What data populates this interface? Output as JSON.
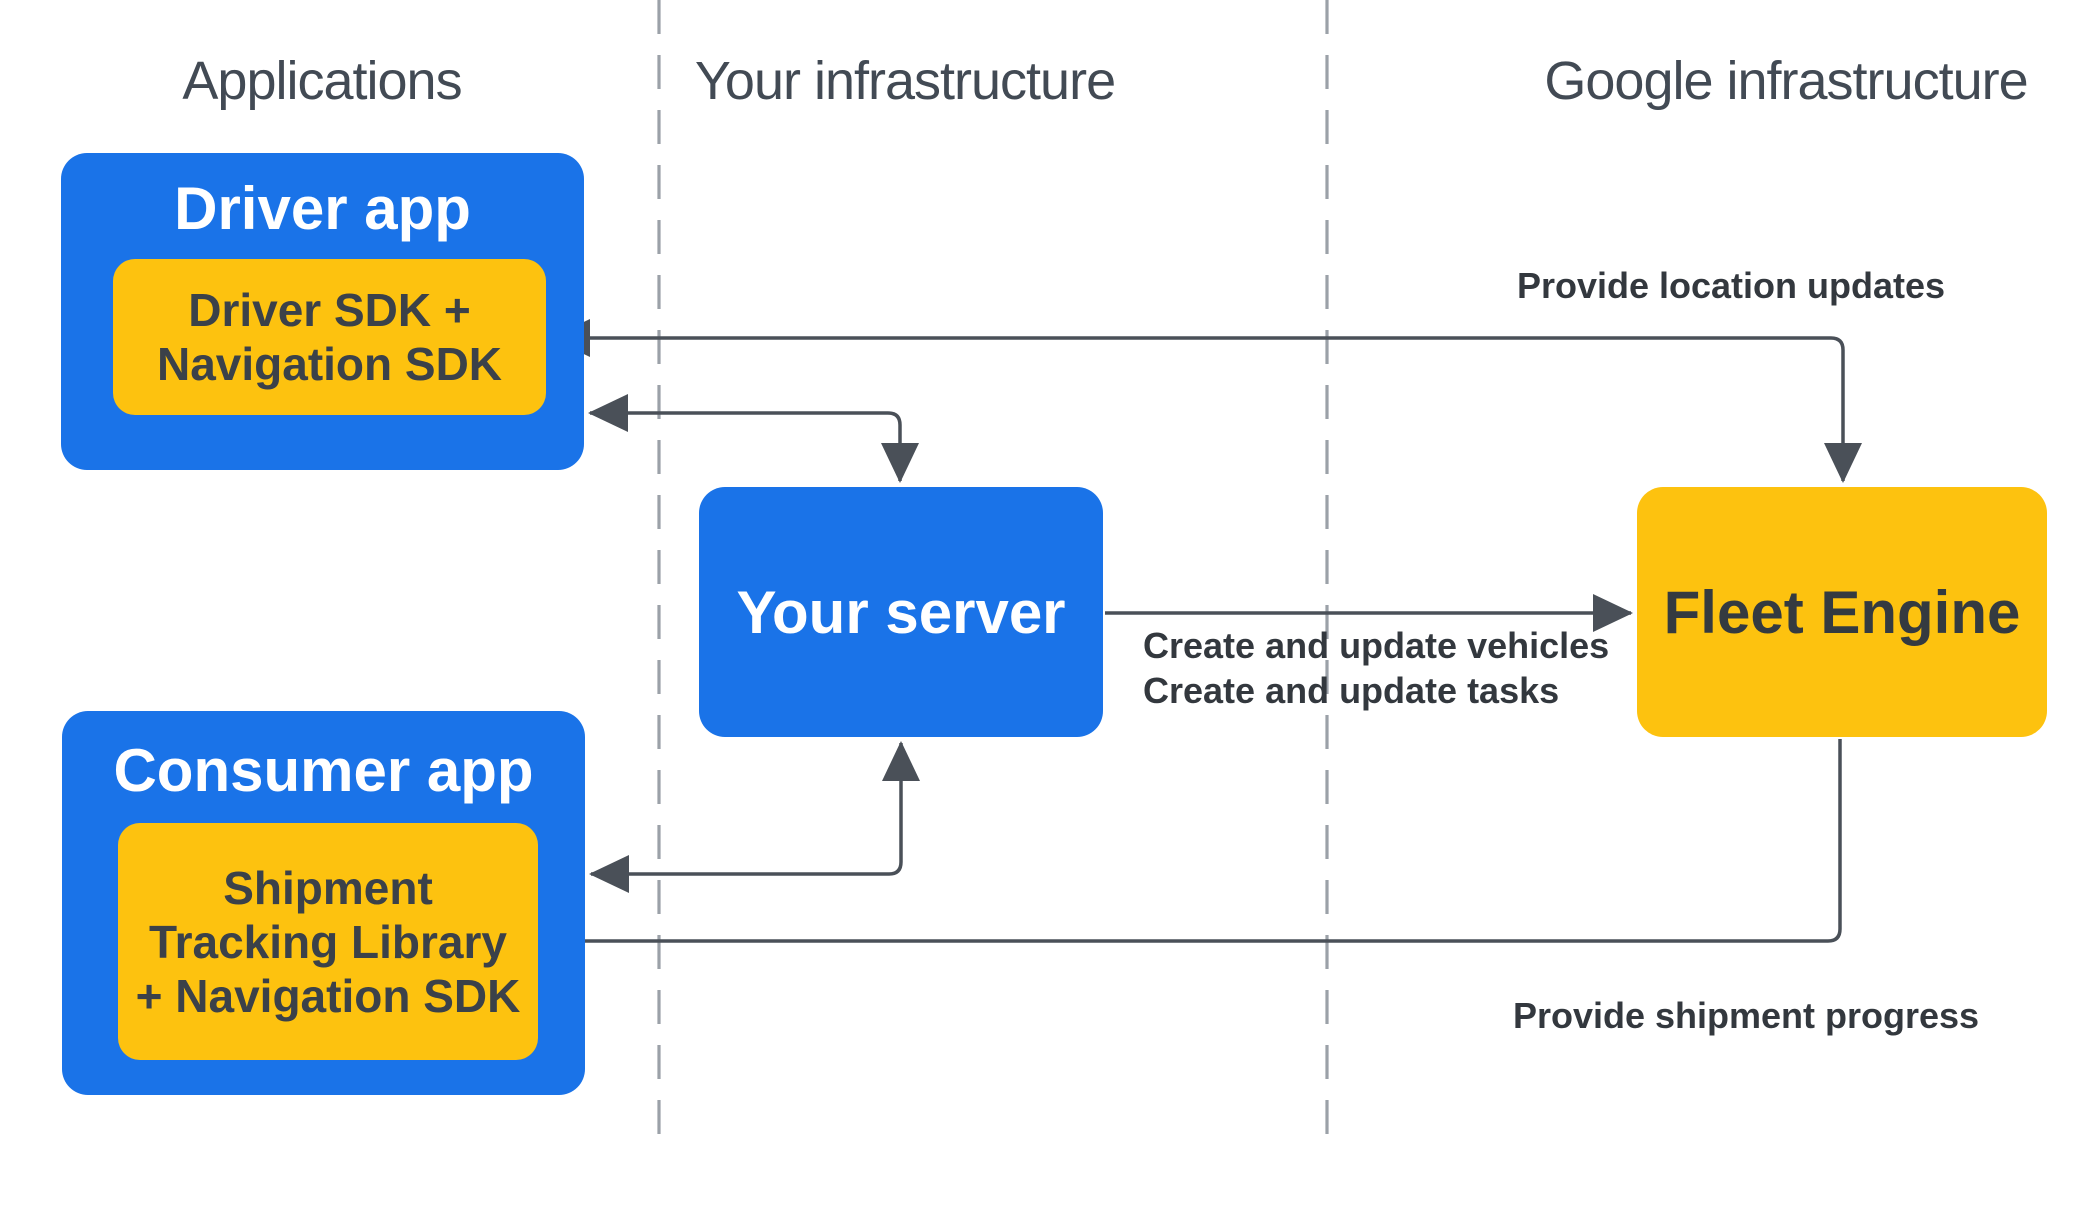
{
  "diagram": {
    "columns": [
      {
        "label": "Applications"
      },
      {
        "label": "Your infrastructure"
      },
      {
        "label": "Google infrastructure"
      }
    ],
    "nodes": {
      "driver_app": {
        "title": "Driver app",
        "sdk_lines": [
          "Driver SDK +",
          "Navigation SDK"
        ]
      },
      "consumer_app": {
        "title": "Consumer app",
        "sdk_lines": [
          "Shipment",
          "Tracking Library",
          "+ Navigation SDK"
        ]
      },
      "your_server": {
        "title": "Your server"
      },
      "fleet_engine": {
        "title": "Fleet Engine"
      }
    },
    "edge_labels": {
      "provide_location_updates": "Provide location updates",
      "create_update_vehicles": "Create and update vehicles",
      "create_update_tasks": "Create and update tasks",
      "provide_shipment_progress": "Provide shipment progress"
    },
    "colors": {
      "app_box_blue": "#1a73e8",
      "sdk_box_yellow": "#fdc20f",
      "box_text_dark": "#3b4149",
      "header_gray": "#424a54",
      "edge_label_dark": "#33383e",
      "connector_line": "#4a5058",
      "column_divider": "#9ba1a8",
      "background": "#ffffff"
    }
  }
}
